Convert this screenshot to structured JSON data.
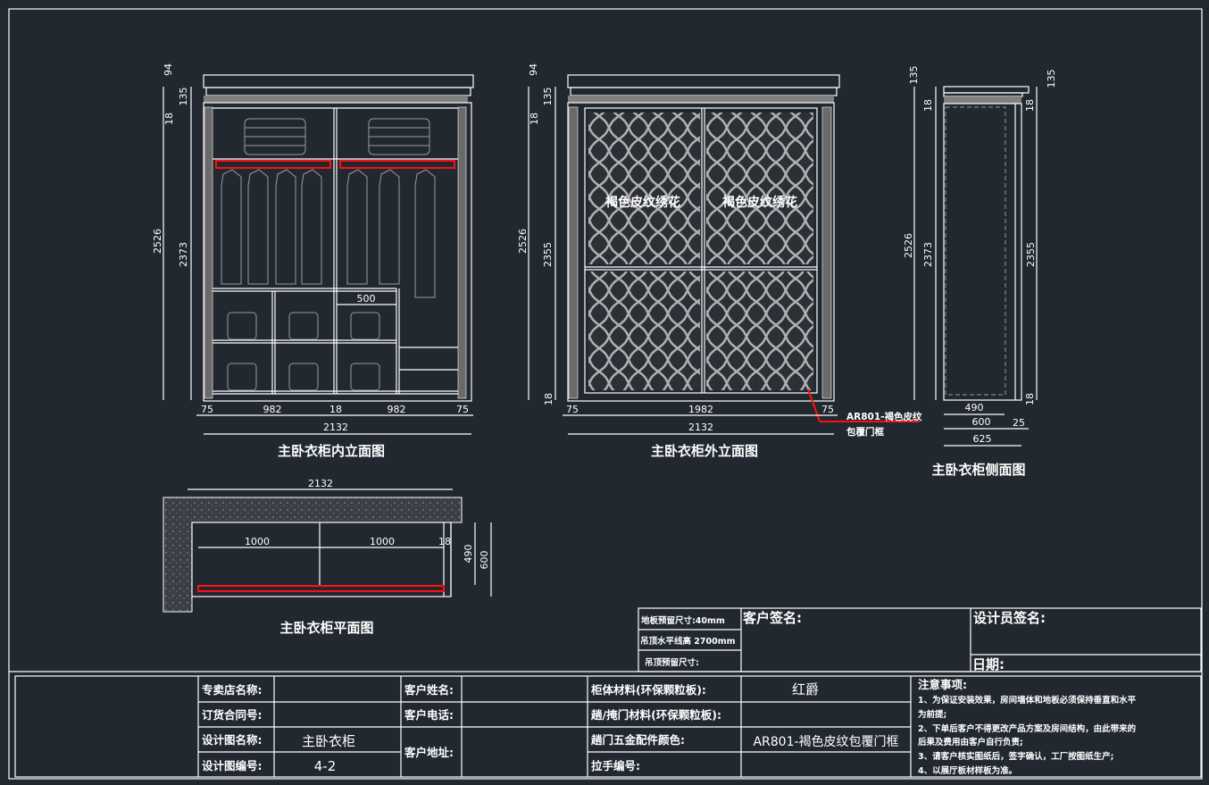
{
  "views": {
    "inner": {
      "title": "主卧衣柜内立面图",
      "dims": {
        "top1": "94",
        "top2": "135",
        "top3": "18",
        "total_h": "2526",
        "inner_h": "2373",
        "w_left": "75",
        "w_mid1": "982",
        "w_center": "18",
        "w_mid2": "982",
        "w_right": "75",
        "total_w": "2132",
        "shelf_w": "500"
      }
    },
    "outer": {
      "title": "主卧衣柜外立面图",
      "door_label_left": "褐色皮纹绣花",
      "door_label_right": "褐色皮纹绣花",
      "callout_line1": "AR801-褐色皮纹",
      "callout_line2": "包覆门框",
      "dims": {
        "top1": "94",
        "top2": "135",
        "top3": "18",
        "total_h": "2526",
        "door_h": "2355",
        "bottom": "18",
        "w_left": "75",
        "w_mid": "1982",
        "w_right": "75",
        "total_w": "2132"
      }
    },
    "side": {
      "title": "主卧衣柜侧面图",
      "dims": {
        "top_left": "135",
        "top_right": "135",
        "t18_left": "18",
        "t18_right": "18",
        "total_h": "2526",
        "inner_h": "2373",
        "door_h": "2355",
        "bottom": "18",
        "d490": "490",
        "d600": "600",
        "d25": "25",
        "d625": "625"
      }
    },
    "plan": {
      "title": "主卧衣柜平面图",
      "dims": {
        "total_w": "2132",
        "w1": "1000",
        "w2": "1000",
        "w3": "18",
        "d490": "490",
        "d600": "600"
      }
    }
  },
  "title_block": {
    "floor_reserve": "地板预留尺寸:40mm",
    "ceiling_level": "吊顶水平线高 2700mm",
    "ceiling_reserve": "吊顶预留尺寸:",
    "customer_sign": "客户签名:",
    "designer_sign": "设计员签名:",
    "date": "日期:",
    "rows": [
      {
        "label1": "专卖店名称:",
        "value1": "",
        "label2": "客户姓名:",
        "value2": "",
        "label3": "柜体材料(环保颗粒板):",
        "value3": "红爵"
      },
      {
        "label1": "订货合同号:",
        "value1": "",
        "label2": "客户电话:",
        "value2": "",
        "label3": "趟/掩门材料(环保颗粒板):",
        "value3": ""
      },
      {
        "label1": "设计图名称:",
        "value1": "主卧衣柜",
        "label2": "客户地址:",
        "value2": "",
        "label3": "趟门五金配件颜色:",
        "value3": "AR801-褐色皮纹包覆门框"
      },
      {
        "label1": "设计图编号:",
        "value1": "4-2",
        "label3": "拉手编号:",
        "value3": ""
      }
    ],
    "notes_title": "注意事项:",
    "notes": [
      "1、为保证安装效果，房间墙体和地板必须保持垂直和水平",
      "为前提;",
      "2、下单后客户不得更改产品方案及房间结构，由此带来的",
      "后果及费用由客户自行负责;",
      "3、请客户核实图纸后，签字确认，工厂按图纸生产;",
      "4、以展厅板材样板为准。"
    ]
  },
  "colors": {
    "background": "#212830",
    "line": "#ffffff",
    "accent": "#ff1010",
    "fill": "#808080"
  }
}
